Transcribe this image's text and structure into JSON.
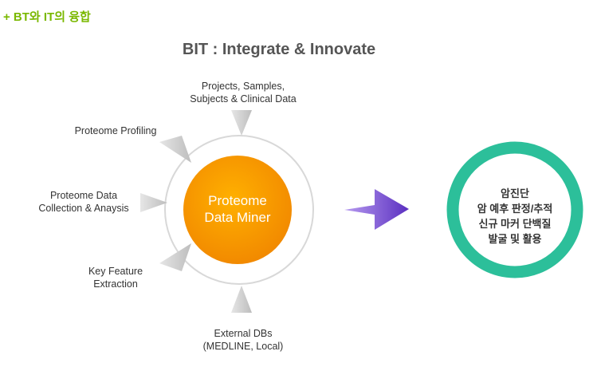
{
  "header": {
    "icon": "plus-icon",
    "text": "+ BT와 IT의 융합"
  },
  "title": "BIT : Integrate & Innovate",
  "core": "Proteome\nData Miner",
  "inputs": [
    "Projects, Samples,\nSubjects & Clinical Data",
    "Proteome Profiling",
    "Proteome Data\nCollection & Anaysis",
    "Key Feature\nExtraction",
    "External DBs\n(MEDLINE, Local)"
  ],
  "result": "암진단\n암 예후 판정/추적\n신규 마커 단백질\n발굴 및 활용",
  "colors": {
    "green": "#7ab800",
    "orange": "#f7a000",
    "teal": "#2cbf9a",
    "purple": "#7a50d0",
    "gray": "#cfcfcf"
  }
}
